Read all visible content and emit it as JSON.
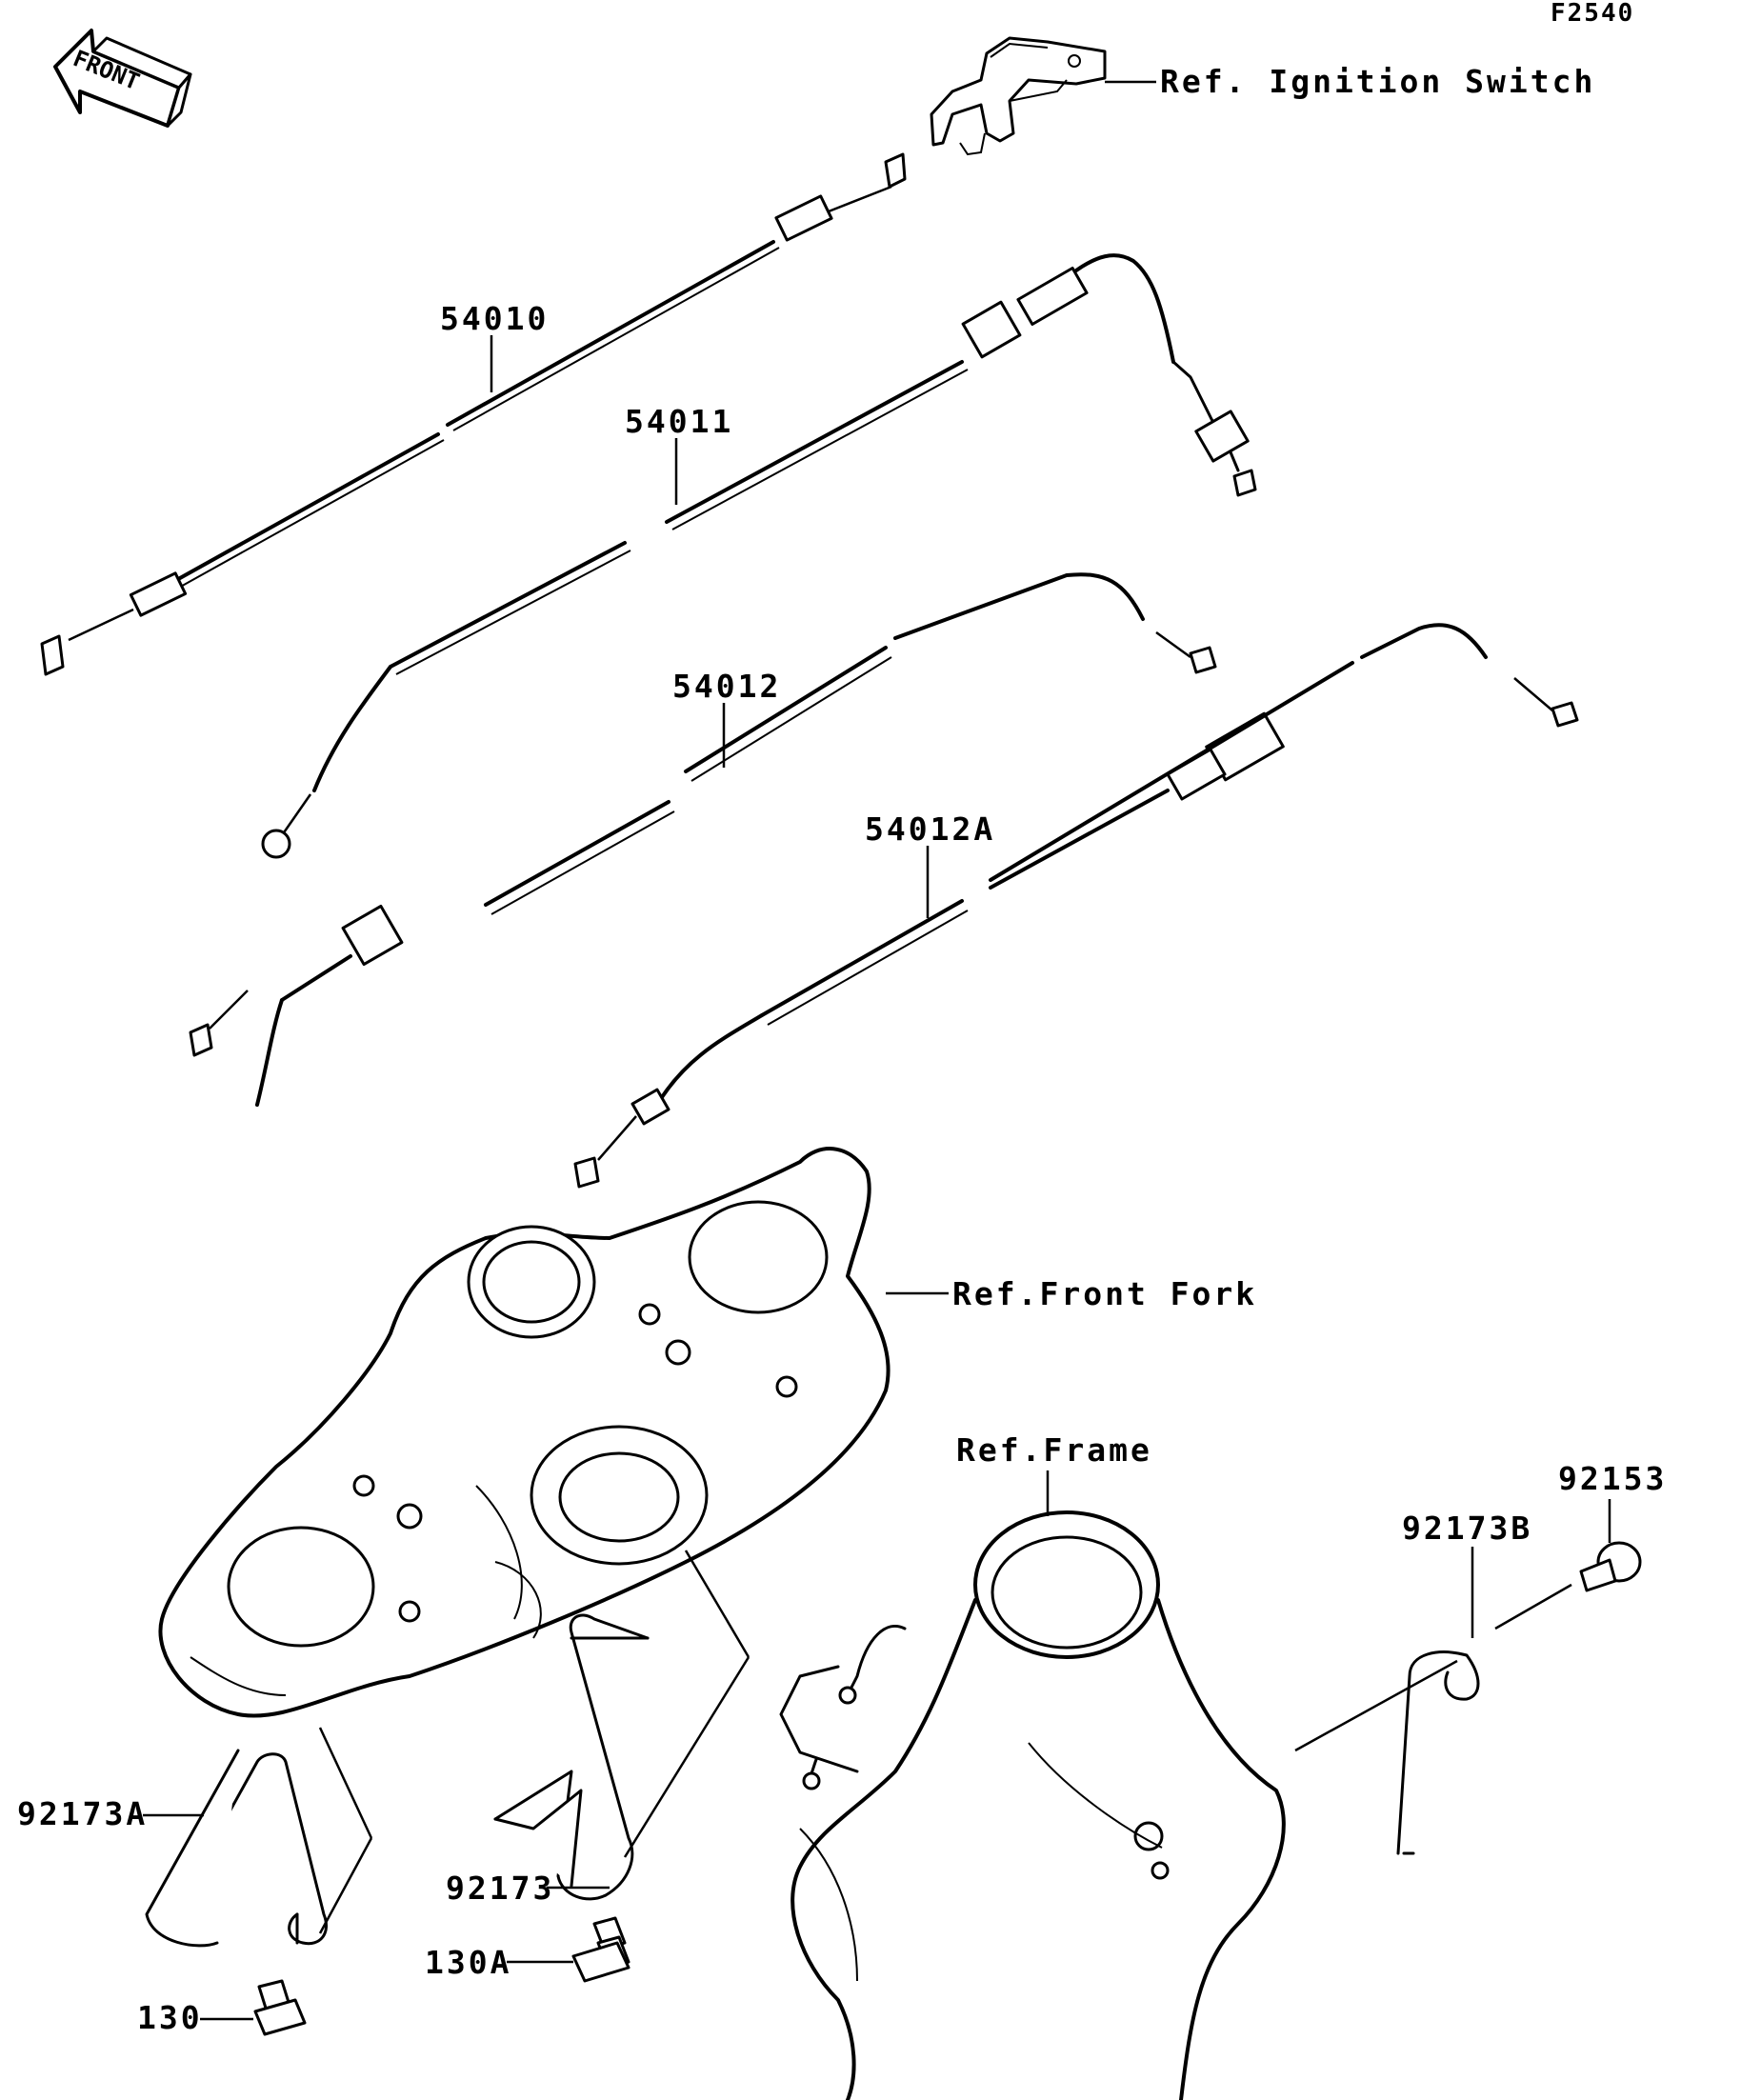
{
  "figure_code": "F2540",
  "front_arrow": "FRONT",
  "parts": {
    "p54010": "54010",
    "p54011": "54011",
    "p54012": "54012",
    "p54012A": "54012A",
    "p92173": "92173",
    "p92173A": "92173A",
    "p92173B": "92173B",
    "p92153": "92153",
    "p130": "130",
    "p130A": "130A"
  },
  "refs": {
    "ignition_switch": "Ref. Ignition Switch",
    "front_fork": "Ref.Front Fork",
    "frame": "Ref.Frame"
  }
}
